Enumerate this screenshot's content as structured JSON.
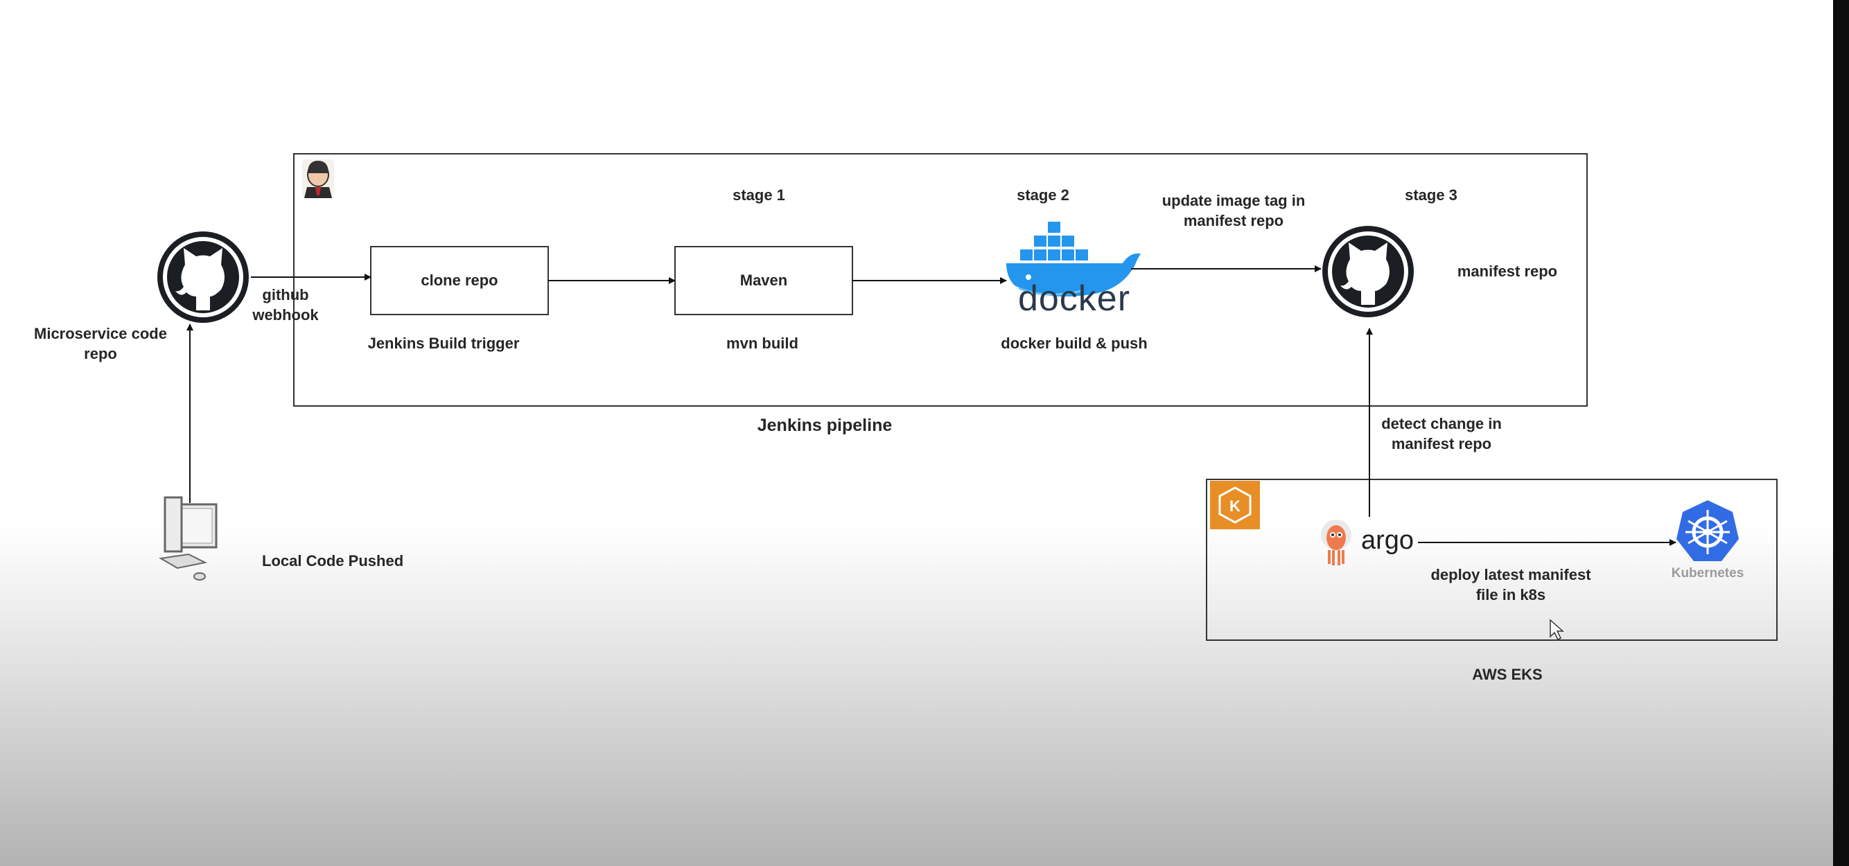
{
  "pipeline": {
    "title": "Jenkins pipeline",
    "stage1": "stage 1",
    "stage2": "stage 2",
    "stage3": "stage 3",
    "clone_box": "clone repo",
    "clone_caption": "Jenkins Build trigger",
    "maven_box": "Maven",
    "maven_caption": "mvn build",
    "docker_caption": "docker build & push",
    "docker_logo": "docker",
    "update_tag_line1": "update image tag in",
    "update_tag_line2": "manifest repo",
    "manifest_repo": "manifest repo",
    "jenkins_icon": "jenkins-butler-icon"
  },
  "source": {
    "repo_line1": "Microservice code",
    "repo_line2": "repo",
    "webhook_line1": "github",
    "webhook_line2": "webhook",
    "local_push": "Local Code Pushed",
    "github_icon": "github-octocat-icon",
    "computer_icon": "desktop-computer-icon"
  },
  "eks": {
    "title": "AWS EKS",
    "detect_line1": "detect change in",
    "detect_line2": "manifest repo",
    "deploy_line1": "deploy latest manifest",
    "deploy_line2": "file in k8s",
    "argo_logo": "argo",
    "kubernetes_label": "Kubernetes",
    "eks_icon": "aws-eks-icon"
  },
  "colors": {
    "github": "#1b1f23",
    "docker": "#2496ed",
    "kubernetes": "#326ce5",
    "argo_orange": "#ef7b4d",
    "eks_orange": "#e78e27"
  }
}
